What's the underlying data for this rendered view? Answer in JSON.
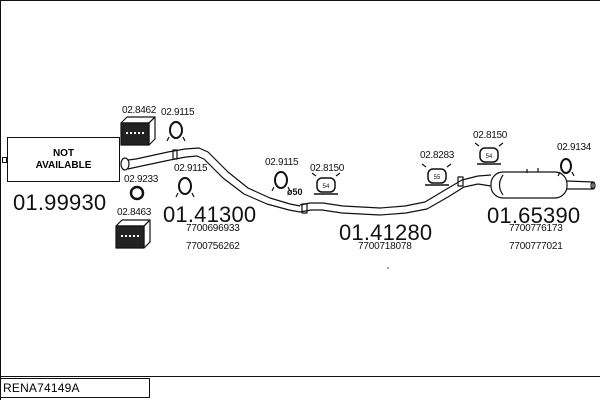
{
  "diagram": {
    "not_available": "NOT\nAVAILABLE",
    "reference": "RENA74149A",
    "assemblies": [
      {
        "part": "01.99930"
      },
      {
        "part": "01.41300",
        "oem": [
          "7700696933",
          "7700756262"
        ]
      },
      {
        "part": "01.41280",
        "oem": [
          "7700718078"
        ]
      },
      {
        "part": "01.65390",
        "oem": [
          "7700776173",
          "7700777021"
        ]
      }
    ],
    "accessories": [
      {
        "part": "02.8462",
        "icon": "mounting-kit-box-icon"
      },
      {
        "part": "02.9115",
        "icon": "clamp-ring-icon"
      },
      {
        "part": "02.9233",
        "icon": "seal-ring-icon"
      },
      {
        "part": "02.8463",
        "icon": "mounting-kit-box-icon"
      },
      {
        "part": "02.9115",
        "icon": "clamp-ring-icon"
      },
      {
        "part": "02.9115",
        "icon": "clamp-ring-icon"
      },
      {
        "part": "02.8150",
        "icon": "rubber-hanger-icon",
        "badge": "54"
      },
      {
        "part": "02.8283",
        "icon": "rubber-hanger-icon",
        "badge": "55"
      },
      {
        "part": "02.8150",
        "icon": "rubber-hanger-icon",
        "badge": "54"
      },
      {
        "part": "02.9134",
        "icon": "clamp-ring-icon"
      }
    ],
    "pipe_diameter": "ø50"
  }
}
